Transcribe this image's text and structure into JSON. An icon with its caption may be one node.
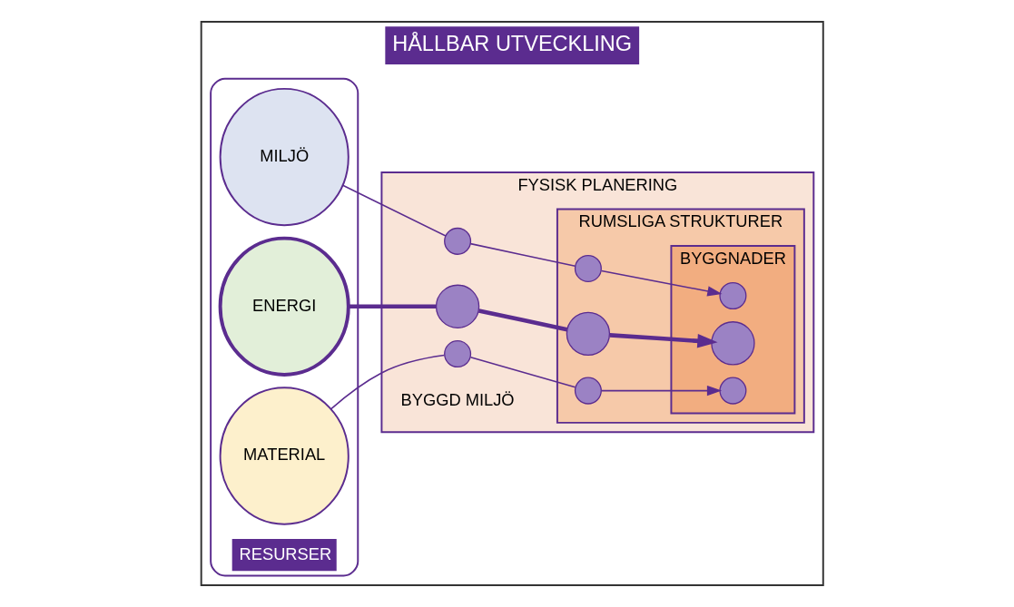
{
  "diagram": {
    "nodes": [
      {
        "text": [
          "HÅLLBAR UTVECKLING"
        ]
      },
      {
        "text": [
          "RESURSER"
        ],
        "in": 0
      },
      {
        "text": [
          "MILJÖ"
        ],
        "in": 1
      },
      {
        "text": [
          "ENERGI"
        ],
        "in": 1
      },
      {
        "text": [
          "MATERIAL"
        ],
        "in": 1
      },
      {
        "text": [
          "FYSISK PLANERING"
        ],
        "beside": [
          "BYGGD MILJÖ"
        ],
        "in": 0
      },
      {
        "text": [
          "RUMSLIGA STRUKTURER"
        ],
        "in": 5
      },
      {
        "text": [
          "BYGGNADER"
        ],
        "in": 6
      },
      {
        "text": [],
        "shape": "circle",
        "in": 5
      },
      {
        "text": [],
        "shape": "circle",
        "in": 5
      },
      {
        "text": [],
        "shape": "circle",
        "in": 5
      },
      {
        "text": [],
        "shape": "circle",
        "in": 6
      },
      {
        "text": [],
        "shape": "circle",
        "in": 6
      },
      {
        "text": [],
        "shape": "circle",
        "in": 6
      },
      {
        "text": [],
        "shape": "circle",
        "in": 7
      },
      {
        "text": [],
        "shape": "circle",
        "in": 7
      },
      {
        "text": [],
        "shape": "circle",
        "in": 7
      }
    ],
    "edges": [
      {
        "from": 2,
        "to": 8,
        "arrow": "none"
      },
      {
        "from": 8,
        "to": 11,
        "arrow": "none"
      },
      {
        "from": 11,
        "to": 14,
        "arrow": "to"
      },
      {
        "from": 3,
        "to": 9,
        "arrow": "none",
        "style": "thick"
      },
      {
        "from": 9,
        "to": 12,
        "arrow": "none",
        "style": "thick"
      },
      {
        "from": 12,
        "to": 15,
        "arrow": "to",
        "style": "thick"
      },
      {
        "from": 4,
        "to": 10,
        "arrow": "none"
      },
      {
        "from": 10,
        "to": 13,
        "arrow": "none"
      },
      {
        "from": 13,
        "to": 16,
        "arrow": "to"
      }
    ]
  }
}
